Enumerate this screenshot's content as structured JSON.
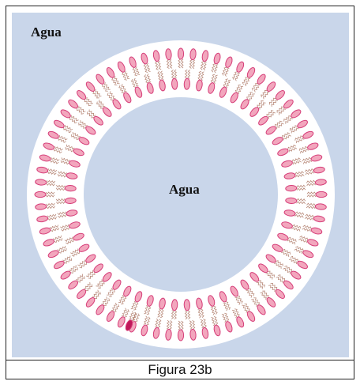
{
  "figure": {
    "outer_label": "Agua",
    "inner_label": "Agua",
    "caption": "Figura 23b"
  },
  "colors": {
    "water": "#c9d6ea",
    "membrane_band": "#ffffff",
    "head_fill": "#f2a6bd",
    "head_stroke": "#d63d78",
    "tail": "#b88a7a",
    "highlight_head": "#c0185a"
  },
  "structure": {
    "type": "liposome",
    "layers": 2,
    "molecules_per_layer": 72
  }
}
